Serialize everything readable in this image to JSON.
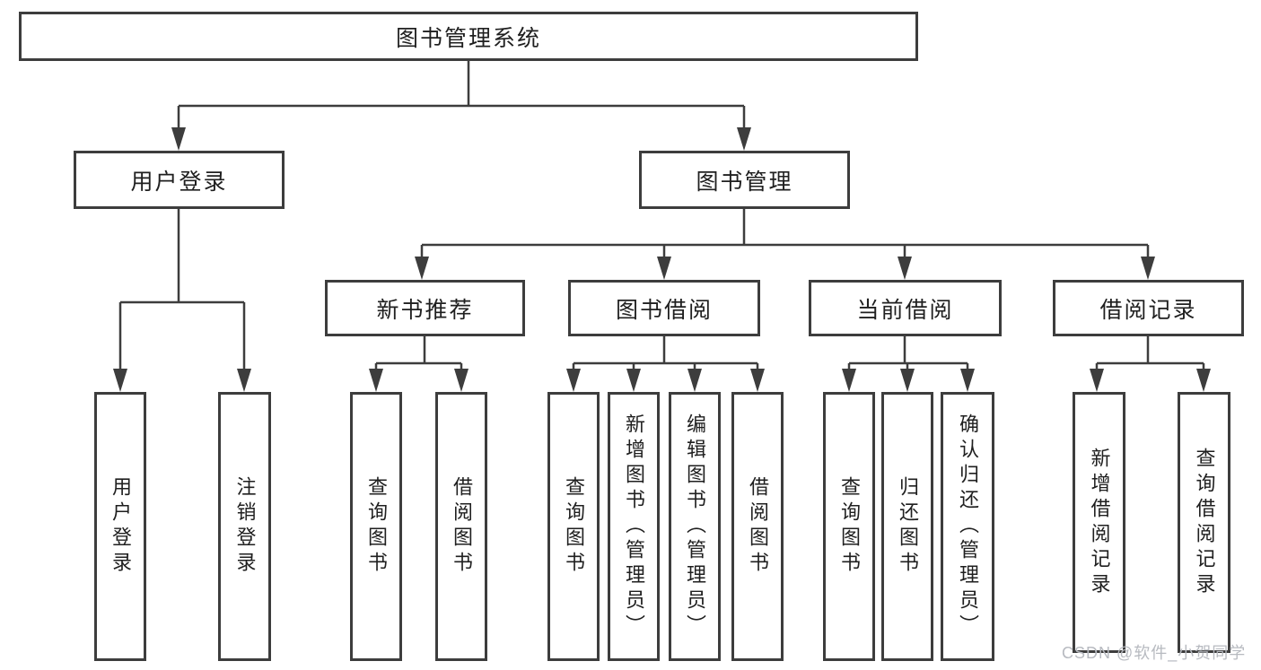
{
  "diagram": {
    "root": {
      "label": "图书管理系统"
    },
    "branches": [
      {
        "label": "用户登录",
        "children": [
          {
            "label": "用户登录"
          },
          {
            "label": "注销登录"
          }
        ]
      },
      {
        "label": "图书管理",
        "children": [
          {
            "label": "新书推荐",
            "children": [
              {
                "label": "查询图书"
              },
              {
                "label": "借阅图书"
              }
            ]
          },
          {
            "label": "图书借阅",
            "children": [
              {
                "label": "查询图书"
              },
              {
                "label": "新增图书（管理员）"
              },
              {
                "label": "编辑图书（管理员）"
              },
              {
                "label": "借阅图书"
              }
            ]
          },
          {
            "label": "当前借阅",
            "children": [
              {
                "label": "查询图书"
              },
              {
                "label": "归还图书"
              },
              {
                "label": "确认归还（管理员）"
              }
            ]
          },
          {
            "label": "借阅记录",
            "children": [
              {
                "label": "新增借阅记录"
              },
              {
                "label": "查询借阅记录"
              }
            ]
          }
        ]
      }
    ]
  },
  "watermark": {
    "text": "CSDN @软件_小贺同学"
  },
  "colors": {
    "line": "#3d3d3d",
    "text": "#1f1f1f",
    "box_background": "#ffffff",
    "watermark": "#b7bac0"
  }
}
